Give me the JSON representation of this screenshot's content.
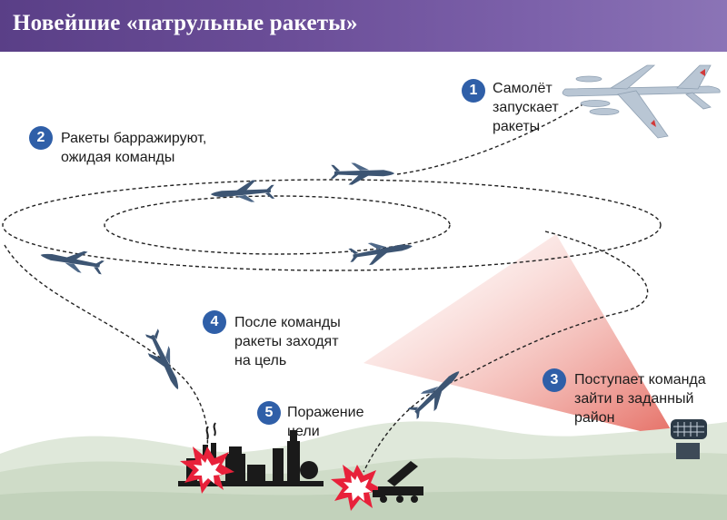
{
  "title": "Новейшие «патрульные ракеты»",
  "steps": [
    {
      "num": "1",
      "lines": [
        "Самолёт",
        "запускает",
        "ракеты"
      ]
    },
    {
      "num": "2",
      "lines": [
        "Ракеты барражируют,",
        "ожидая команды"
      ]
    },
    {
      "num": "3",
      "lines": [
        "Поступает команда",
        "зайти в заданный",
        "район"
      ]
    },
    {
      "num": "4",
      "lines": [
        "После команды",
        "ракеты заходят",
        "на цель"
      ]
    },
    {
      "num": "5",
      "lines": [
        "Поражение",
        "цели"
      ]
    }
  ],
  "colors": {
    "title_bg": "#6b4e98",
    "step_badge": "#2f5fa8",
    "missile": "#3d5573",
    "aircraft": "#b9c6d4",
    "beam": "#e97a70",
    "hills": "#cfdcc8",
    "explosion": "#e8213a"
  },
  "icons": [
    "aircraft-icon",
    "missile-icon",
    "radar-icon",
    "factory-icon",
    "launcher-icon",
    "explosion-icon"
  ]
}
